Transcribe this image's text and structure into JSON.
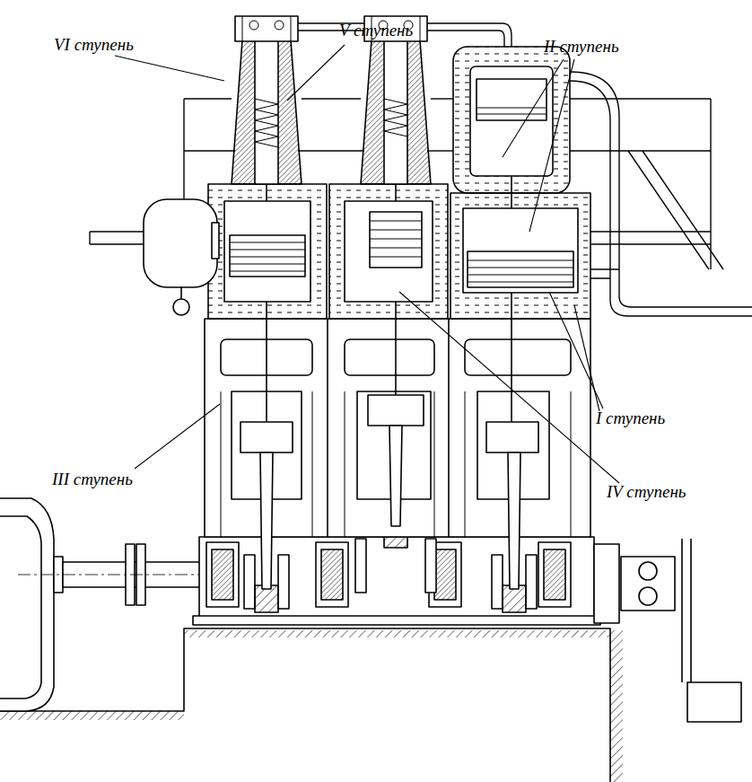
{
  "diagram": {
    "labels": [
      "VI ступень",
      "V ступень",
      "II ступень",
      "III ступень",
      "I ступень",
      "IV ступень"
    ]
  }
}
